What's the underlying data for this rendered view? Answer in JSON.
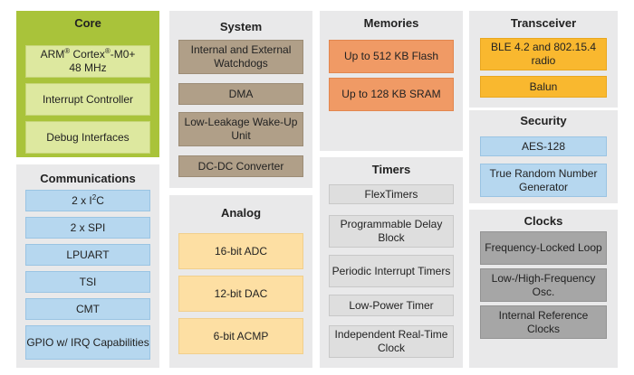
{
  "core": {
    "title": "Core",
    "items": [
      {
        "pre": "ARM",
        "sup1": "®",
        "mid": " Cortex",
        "sup2": "®",
        "post": "-M0+",
        "line2": "48 MHz"
      },
      {
        "text": "Interrupt Controller"
      },
      {
        "text": "Debug Interfaces"
      }
    ]
  },
  "system": {
    "title": "System",
    "items": [
      "Internal and External Watchdogs",
      "DMA",
      "Low-Leakage Wake-Up Unit",
      "DC-DC Converter"
    ]
  },
  "memories": {
    "title": "Memories",
    "items": [
      "Up to 512 KB Flash",
      "Up to 128 KB SRAM"
    ]
  },
  "transceiver": {
    "title": "Transceiver",
    "items": [
      "BLE 4.2 and 802.15.4 radio",
      "Balun"
    ]
  },
  "security": {
    "title": "Security",
    "items": [
      "AES-128",
      "True Random Number Generator"
    ]
  },
  "communications": {
    "title": "Communications",
    "i2c": {
      "pre": "2 x I",
      "sup": "2",
      "post": "C"
    },
    "items": [
      "2 x SPI",
      "LPUART",
      "TSI",
      "CMT",
      "GPIO w/ IRQ Capabilities"
    ]
  },
  "analog": {
    "title": "Analog",
    "items": [
      "16-bit ADC",
      "12-bit DAC",
      "6-bit ACMP"
    ]
  },
  "timers": {
    "title": "Timers",
    "items": [
      "FlexTimers",
      "Programmable Delay Block",
      "Periodic Interrupt Timers",
      "Low-Power Timer",
      "Independent Real-Time Clock"
    ]
  },
  "clocks": {
    "title": "Clocks",
    "items": [
      "Frequency-Locked Loop",
      "Low-/High-Frequency Osc.",
      "Internal Reference Clocks"
    ]
  },
  "colors": {
    "core_panel": "#a9c33a",
    "core_box": "#dde89f",
    "system_box": "#b09f88",
    "memory_box": "#f09a65",
    "transceiver_box": "#f9b82f",
    "blue_box": "#b6d7ef",
    "analog_box": "#fddfa3",
    "timer_box": "#dedede",
    "clock_box": "#a6a6a6",
    "panel_bg": "#e9e9ea"
  }
}
